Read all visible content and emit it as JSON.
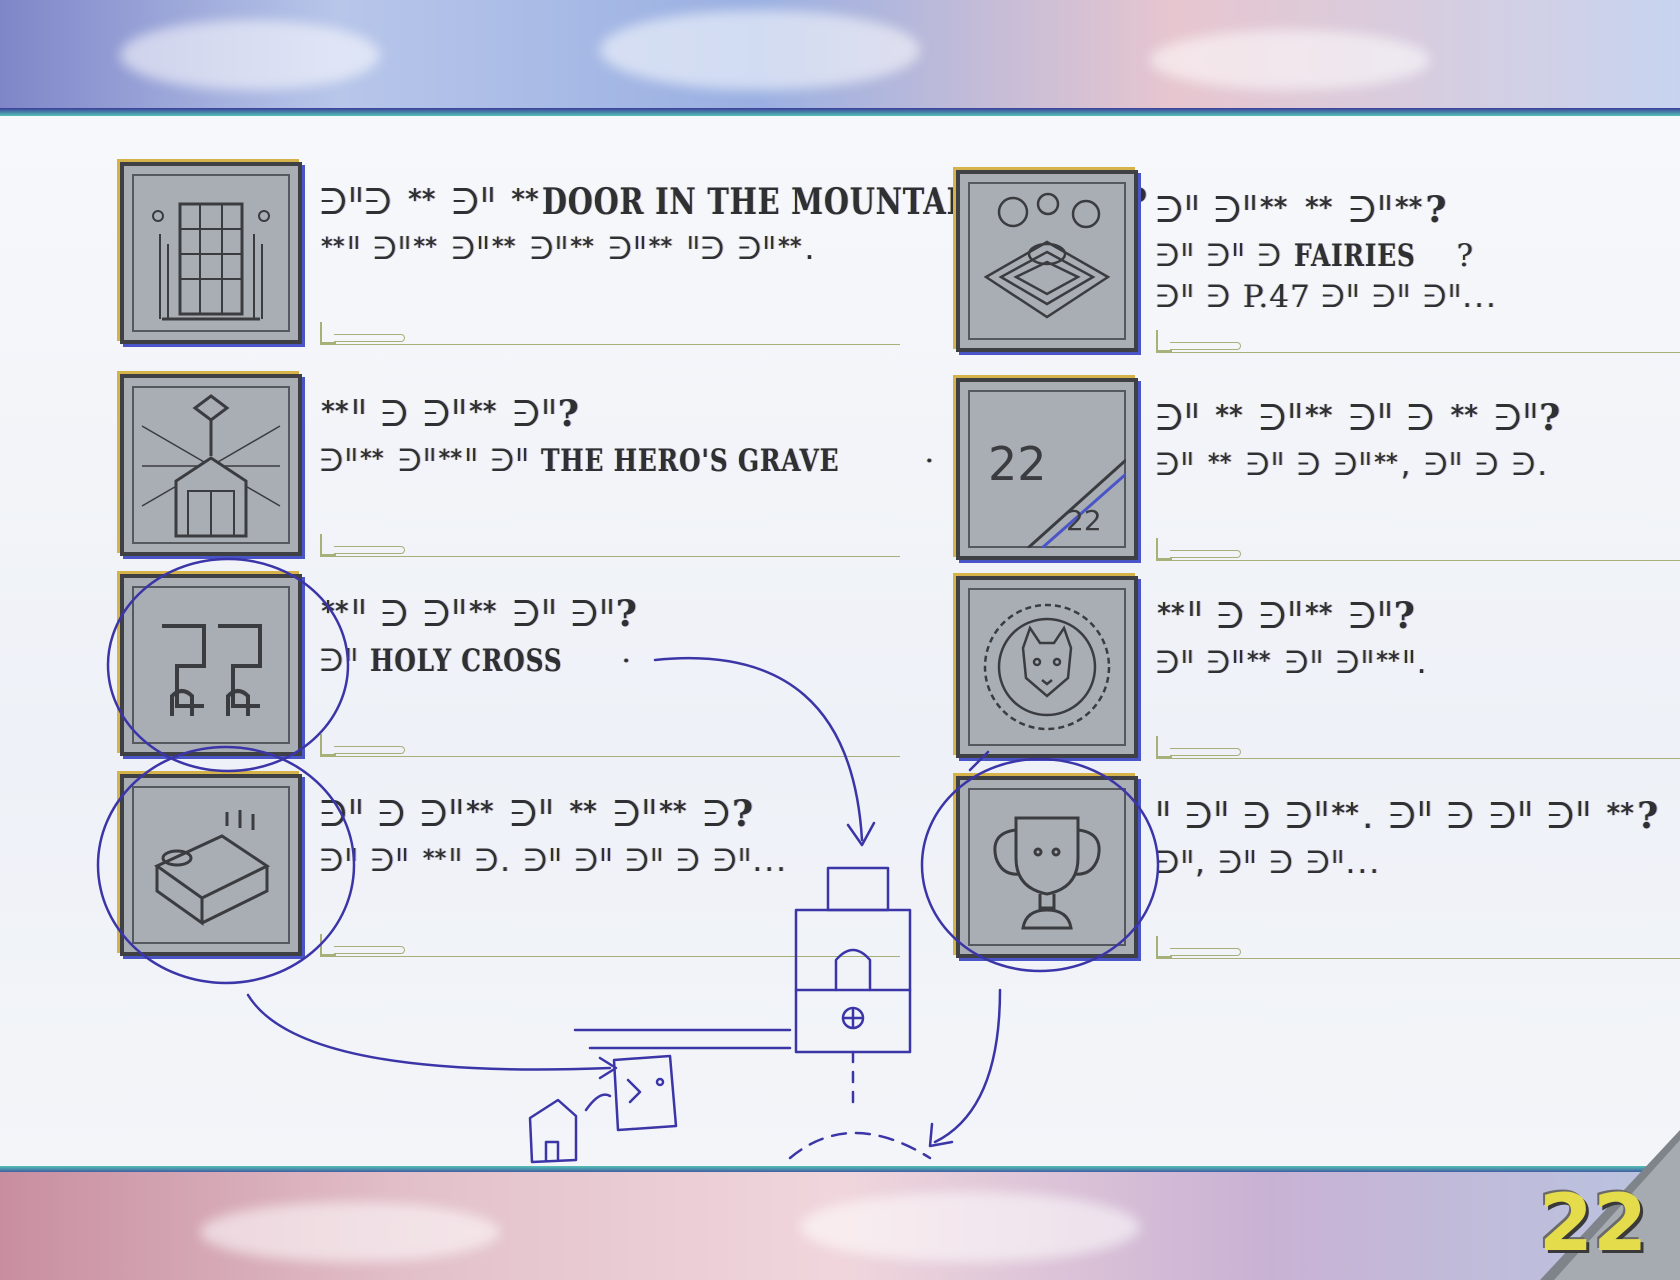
{
  "page": {
    "number": "22"
  },
  "colors": {
    "pen": "#3b35a8",
    "tile": "#a9aeb4",
    "rule": "#a8b07a"
  },
  "left_column": [
    {
      "icon": "door-icon",
      "title_glyphs": "ᕭᐦᕭ ᕯ ᕭᐦ ᕯ",
      "title_latin": "DOOR IN THE MOUNTAINS",
      "title_end": "?",
      "sub_glyphs": "ᕯᐦ ᕭᐦᕯ ᕭᐦᕯ ᕭᐦᕯ ᕭᐦᕯ ᐦᕭ ᕭᐦᕯ.",
      "sub_latin": "",
      "sub_end": ""
    },
    {
      "icon": "grave-icon",
      "title_glyphs": "ᕯᐦ ᕭ ᕭᐦᕯ ᕭᐦ",
      "title_latin": "",
      "title_end": "?",
      "sub_glyphs": "ᕭᐦᕯ ᕭᐦᕯᐦ ᕭᐦ",
      "sub_latin": "THE HERO'S GRAVE",
      "sub_end": "·"
    },
    {
      "icon": "maze-icon",
      "title_glyphs": "ᕯᐦ ᕭ ᕭᐦᕯ ᕭᐦ ᕭᐦ",
      "title_latin": "",
      "title_end": "?",
      "sub_glyphs": "ᕭᐦ",
      "sub_latin": "HOLY CROSS",
      "sub_end": "·"
    },
    {
      "icon": "bed-icon",
      "title_glyphs": "ᕭᐦ ᕭ ᕭᐦᕯ ᕭᐦ ᕯ ᕭᐦᕯ ᕭ",
      "title_latin": "",
      "title_end": "?",
      "sub_glyphs": "ᕭᐦ ᕭᐦ ᕯᐦ ᕭ. ᕭᐦ ᕭᐦ ᕭᐦ ᕭ ᕭᐦ...",
      "sub_latin": "",
      "sub_end": ""
    }
  ],
  "right_column": [
    {
      "icon": "fairy-fountain-icon",
      "title_glyphs": "ᕭᐦ ᕭᐦᕯ ᕯ ᕭᐦᕯ",
      "title_latin": "",
      "title_end": "?",
      "sub_glyphs": "ᕭᐦ ᕭᐦ ᕭ",
      "sub_latin": "FAIRIES",
      "sub_end": "?",
      "sub2_glyphs": "ᕭᐦ ᕭ",
      "sub2_latin": "P.47",
      "sub2_end": "ᕭᐦ ᕭᐦ ᕭᐦ..."
    },
    {
      "icon": "page-number-icon",
      "icon_big": "22",
      "icon_small": "22",
      "title_glyphs": "ᕭᐦ ᕯ ᕭᐦᕯ ᕭᐦ ᕭ ᕯ ᕭᐦ",
      "title_latin": "",
      "title_end": "?",
      "sub_glyphs": "ᕭᐦ ᕯ ᕭᐦ ᕭ ᕭᐦᕯ, ᕭᐦ ᕭ ᕭ.",
      "sub_latin": "",
      "sub_end": ""
    },
    {
      "icon": "fox-medallion-icon",
      "title_glyphs": "ᕯᐦ ᕭ ᕭᐦᕯ ᕭᐦ",
      "title_latin": "",
      "title_end": "?",
      "sub_glyphs": "ᕭᐦ ᕭᐦᕯ ᕭᐦ ᕭᐦᕯᐦ.",
      "sub_latin": "",
      "sub_end": ""
    },
    {
      "icon": "trophy-icon",
      "title_glyphs": "ᐦ ᕭᐦ ᕭ ᕭᐦᕯ. ᕭᐦ ᕭ ᕭᐦ ᕭᐦ ᕯ",
      "title_latin": "",
      "title_end": "?",
      "sub_glyphs": "ᕭᐦ, ᕭᐦ ᕭ ᕭᐦ...",
      "sub_latin": "",
      "sub_end": ""
    }
  ]
}
